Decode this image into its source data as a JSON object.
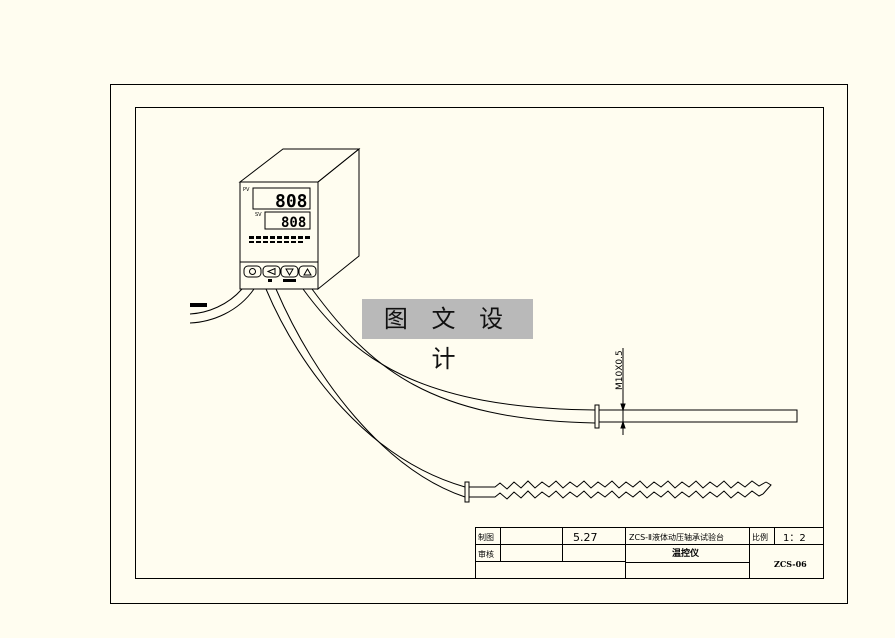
{
  "watermark": "图 文 设 计",
  "controller": {
    "pv_label": "PV",
    "sv_label": "SV",
    "pv_display": "808",
    "sv_display": "808"
  },
  "dimension": {
    "thread": "M10X0.5"
  },
  "title_block": {
    "drawn_label": "制图",
    "check_label": "审核",
    "date": "5.27",
    "project": "ZCS-Ⅱ液体动压轴承试验台",
    "part_name": "温控仪",
    "scale_label": "比例",
    "scale_value": "1：2",
    "drawing_no": "ZCS-06"
  },
  "colors": {
    "background": "#fffdf0",
    "line": "#000000",
    "watermark_bg": "#b9b9b9"
  }
}
